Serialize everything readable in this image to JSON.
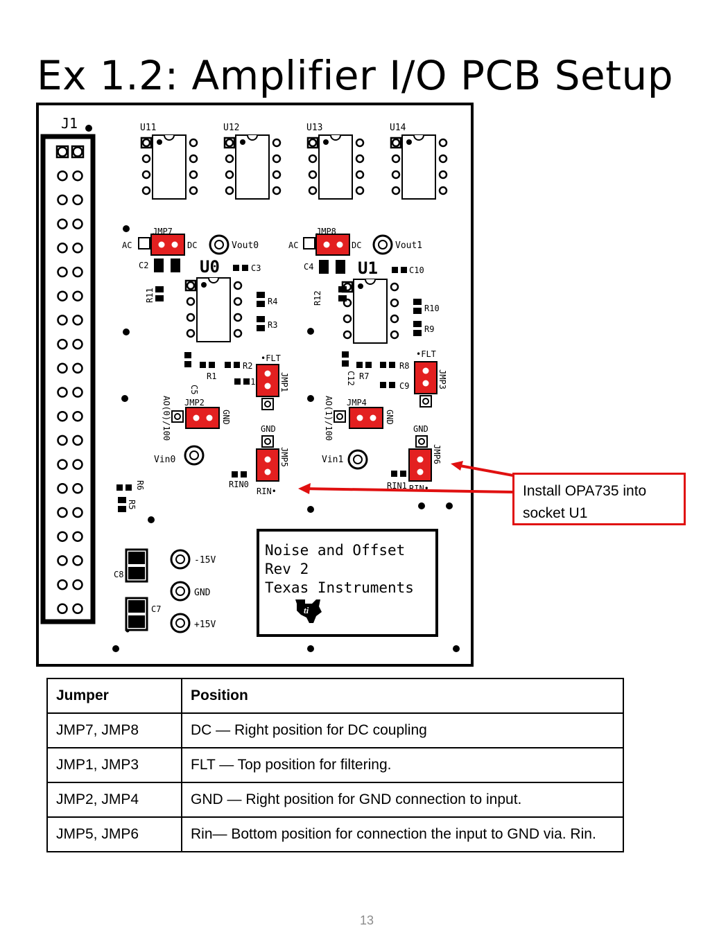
{
  "slide": {
    "title": "Ex 1.2: Amplifier I/O PCB Setup",
    "page_number": "13"
  },
  "callout": {
    "text": "Install OPA735 into socket U1",
    "border_color": "#e01010"
  },
  "pcb": {
    "connector": "J1",
    "u_labels": [
      "U11",
      "U12",
      "U13",
      "U14"
    ],
    "u0": "U0",
    "u1": "U1",
    "jmp7": "JMP7",
    "jmp8": "JMP8",
    "jmp1": "JMP1",
    "jmp3": "JMP3",
    "jmp2": "JMP2",
    "jmp4": "JMP4",
    "jmp5": "JMP5",
    "jmp6": "JMP6",
    "ac": "AC",
    "dc": "DC",
    "vout0": "Vout0",
    "vout1": "Vout1",
    "vin0": "Vin0",
    "vin1": "Vin1",
    "flt": "•FLT",
    "gnd": "GND",
    "rin0": "RIN0",
    "rin1": "RIN1",
    "rin": "RIN•",
    "ao0": "AO(0)/100",
    "ao1": "AO(1)/100",
    "c1": "C1",
    "c2": "C2",
    "c3": "C3",
    "c4": "C4",
    "c5": "C5",
    "c7": "C7",
    "c8": "C8",
    "c9": "C9",
    "c10": "C10",
    "c12": "C12",
    "r1": "R1",
    "r2": "R2",
    "r3": "R3",
    "r4": "R4",
    "r5": "R5",
    "r6": "R6",
    "r7": "R7",
    "r8": "R8",
    "r9": "R9",
    "r10": "R10",
    "r11": "R11",
    "r12": "R12",
    "neg15": "-15V",
    "gnd_post": "GND",
    "pos15": "+15V",
    "logo_box": {
      "line1": "Noise and Offset",
      "line2": "Rev 2",
      "line3": "Texas Instruments"
    },
    "jumper_color": "#e32020"
  },
  "table": {
    "headers": [
      "Jumper",
      "Position"
    ],
    "rows": [
      [
        "JMP7, JMP8",
        "DC — Right position for DC coupling"
      ],
      [
        "JMP1, JMP3",
        "FLT — Top position for filtering."
      ],
      [
        "JMP2, JMP4",
        "GND — Right position for GND connection to input."
      ],
      [
        "JMP5, JMP6",
        "Rin— Bottom position for connection the input to GND via. Rin."
      ]
    ]
  }
}
